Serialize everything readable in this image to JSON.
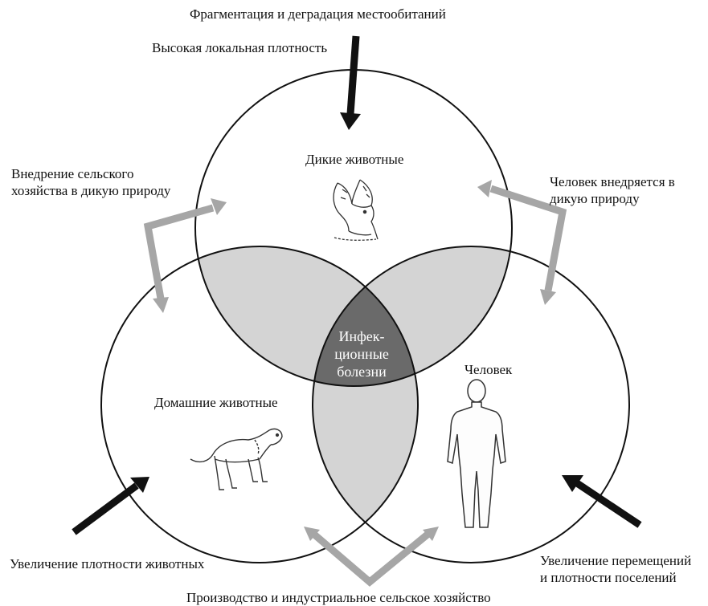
{
  "labels": {
    "top_fragmentation": "Фрагментация и деградация местообитаний",
    "high_density": "Высокая локальная плотность",
    "agri_invasion_line1": "Внедрение сельского",
    "agri_invasion_line2": "хозяйства в дикую природу",
    "human_invasion_line1": "Человек внедряется в",
    "human_invasion_line2": "дикую природу",
    "wild_animals": "Дикие животные",
    "domestic_animals": "Домашние животные",
    "human": "Человек",
    "center_line1": "Инфек-",
    "center_line2": "ционные",
    "center_line3": "болезни",
    "animal_density": "Увеличение плотности животных",
    "movement_line1": "Увеличение перемещений",
    "movement_line2": "и плотности поселений",
    "bottom_production": "Производство и индустриальное сельское хозяйство"
  },
  "icons": {
    "bird": "bird-icon",
    "dog": "dog-icon",
    "human": "human-figure-icon"
  },
  "colors": {
    "circle_stroke": "#111111",
    "pair_overlap": "#d4d4d4",
    "triple_overlap": "#6a6a6a",
    "black_arrow": "#111111",
    "gray_arrow": "#a6a6a6"
  }
}
